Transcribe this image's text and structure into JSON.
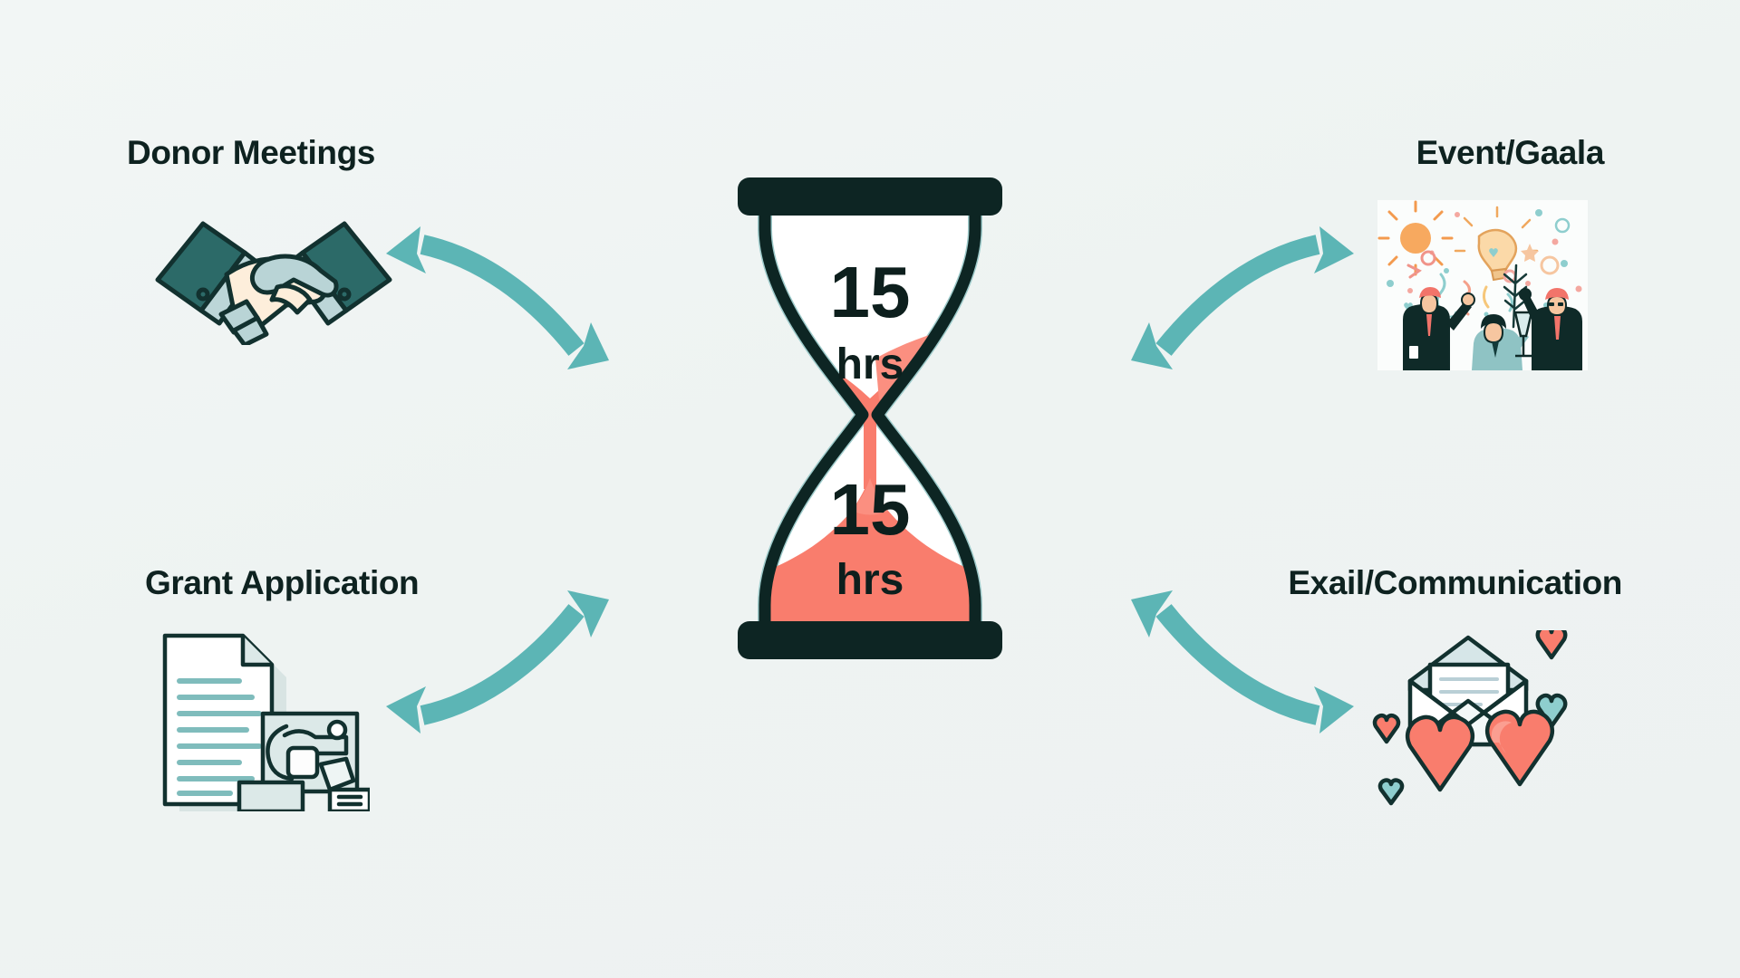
{
  "page": {
    "background_color": "#eef3f2",
    "title_text_color": "#0e2220"
  },
  "palette": {
    "teal_arrow": "#5cb5b5",
    "teal_dark": "#2b6a6a",
    "sand_coral": "#f97d6d",
    "sand_coral_light": "#fb8f80",
    "frame_dark": "#0d2523",
    "glass_edge": "#9ecbcb",
    "glass_fill": "#ffffff",
    "paper_line_teal": "#7fbcbc",
    "skin_cream": "#fdeedb",
    "hand_blue": "#b9d4d6",
    "suit_dark": "#0f2a28",
    "accent_orange": "#f6a65b",
    "heart_red": "#f97d6d",
    "heart_teal": "#8ecece"
  },
  "center": {
    "icon": "hourglass-icon",
    "top_bulb": {
      "value": "15",
      "unit": "hrs"
    },
    "bottom_bulb": {
      "value": "15",
      "unit": "hrs"
    }
  },
  "quadrants": [
    {
      "id": "donor-meetings",
      "position": "top-left",
      "label": "Donor Meetings",
      "icon": "handshake-icon",
      "arrow": "double-headed-curved-arrow"
    },
    {
      "id": "event-gala",
      "position": "top-right",
      "label": "Event/Gaala",
      "icon": "celebration-people-icon",
      "arrow": "double-headed-curved-arrow"
    },
    {
      "id": "grant-application",
      "position": "bottom-left",
      "label": "Grant Application",
      "icon": "document-form-icon",
      "arrow": "double-headed-curved-arrow"
    },
    {
      "id": "email-communication",
      "position": "bottom-right",
      "label": "Exail/Communication",
      "icon": "open-envelope-hearts-icon",
      "arrow": "double-headed-curved-arrow"
    }
  ],
  "chart_data": {
    "type": "diagram",
    "title": "",
    "center_metric": {
      "label_top": "15 hrs",
      "label_bottom": "15 hrs",
      "unit": "hrs",
      "values": [
        15,
        15
      ]
    },
    "categories": [
      "Donor Meetings",
      "Event/Gaala",
      "Grant Application",
      "Exail/Communication"
    ],
    "relationship": "bidirectional",
    "legend": []
  }
}
